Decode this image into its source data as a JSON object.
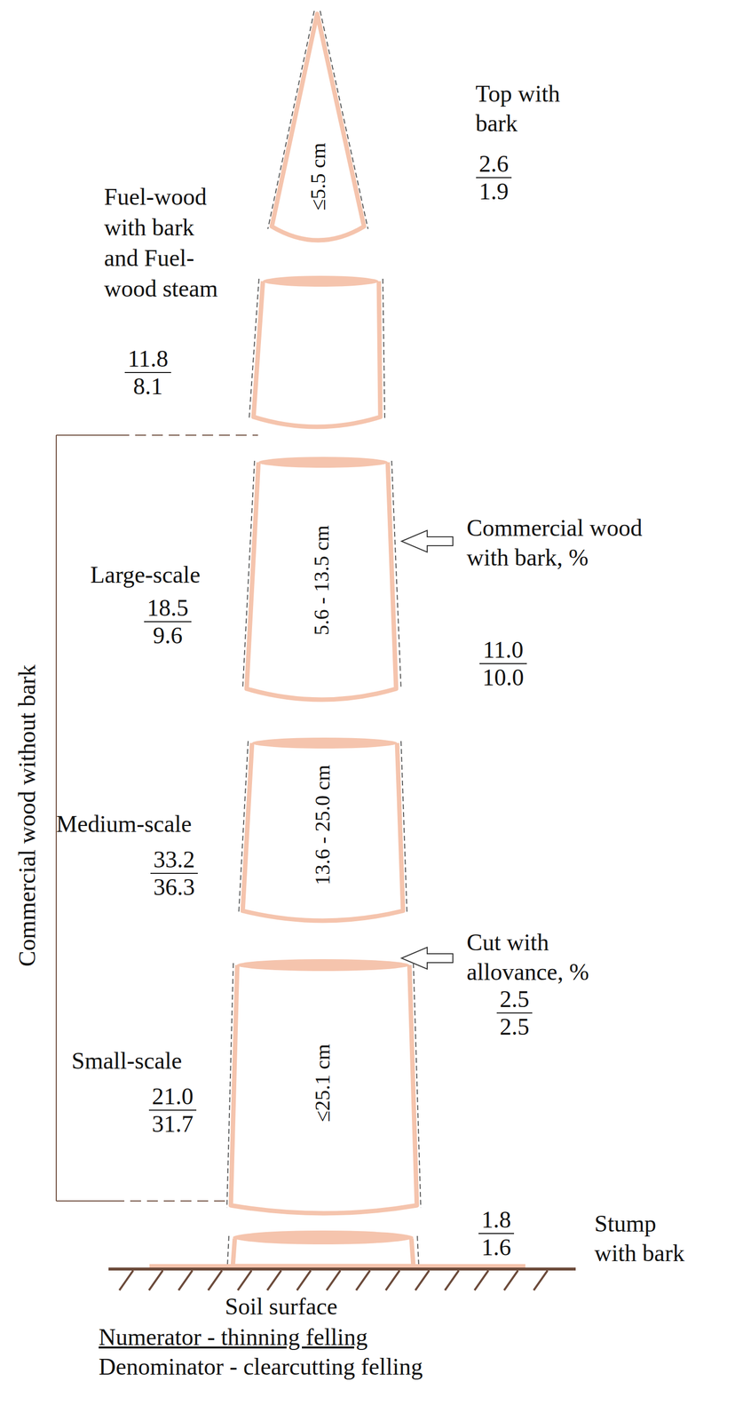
{
  "diagram": {
    "nodes": [
      {
        "text": [
          "≤5.5 cm"
        ]
      },
      {
        "text": [
          "5.6 - 13.5 cm"
        ]
      },
      {
        "text": [
          "13.6 - 25.0 cm"
        ]
      },
      {
        "text": [
          "≤25.1 cm"
        ]
      }
    ],
    "labels": [
      "Top with bark",
      "2.6",
      "1.9",
      "Fuel-wood with bark and Fuel-wood steam",
      "11.8",
      "8.1",
      "Commercial wood without bark",
      "Large-scale",
      "18.5",
      "9.6",
      "Commercial wood with bark, %",
      "11.0",
      "10.0",
      "Medium-scale",
      "33.2",
      "36.3",
      "Cut with allovance, %",
      "2.5",
      "2.5",
      "Small-scale",
      "21.0",
      "31.7",
      "1.8",
      "1.6",
      "Stump with bark",
      "Soil surface",
      "Numerator - thinning felling",
      "Denominator - clearcutting felling"
    ]
  }
}
